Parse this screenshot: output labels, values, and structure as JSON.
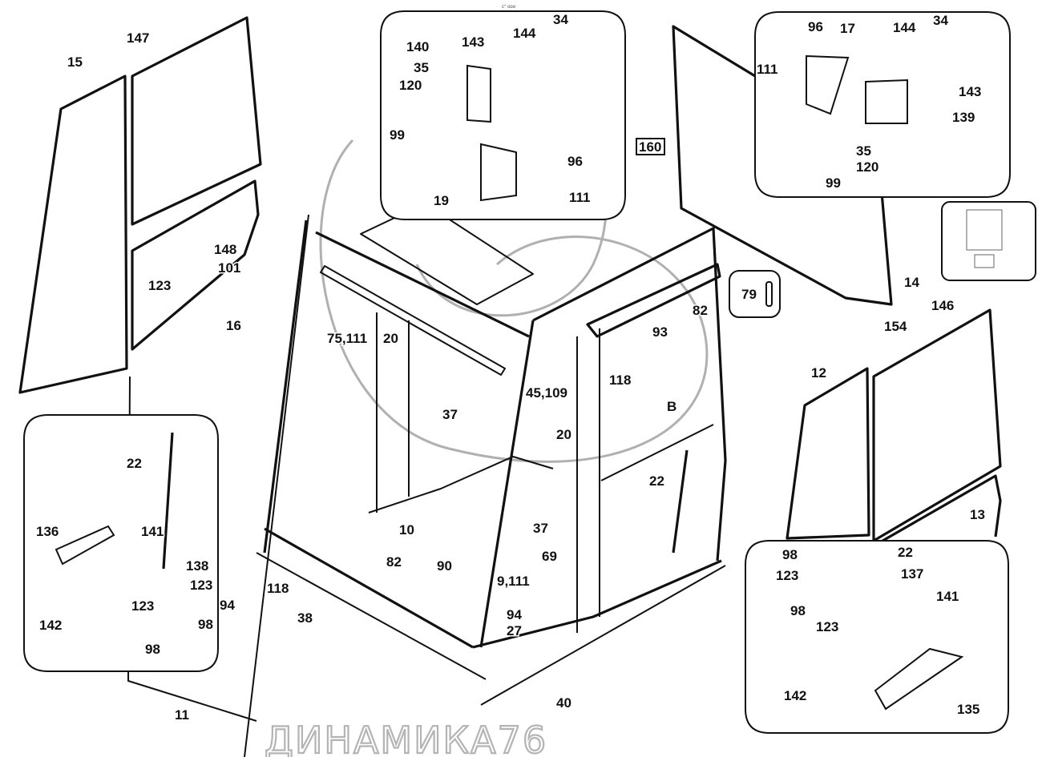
{
  "diagram": {
    "title": "Cab assembly exploded view",
    "watermark": "ДИНАМИКА76",
    "top_mark": "c° ooo",
    "callouts": {
      "top_latch": [
        "34",
        "144",
        "143",
        "140",
        "35",
        "120",
        "99",
        "96",
        "19",
        "111"
      ],
      "right_latch": [
        "96",
        "17",
        "111",
        "144",
        "34",
        "143",
        "139",
        "35",
        "120",
        "99"
      ],
      "left_handle": [
        "22",
        "136",
        "141",
        "138",
        "123",
        "123",
        "98",
        "142",
        "98"
      ],
      "right_handle": [
        "98",
        "22",
        "123",
        "137",
        "98",
        "123",
        "141",
        "142",
        "135"
      ],
      "pin_box": [
        "79"
      ]
    },
    "labels": {
      "p15": "15",
      "p147": "147",
      "p148": "148",
      "p123a": "123",
      "p101": "101",
      "p16": "16",
      "t34": "34",
      "t144": "144",
      "t143": "143",
      "t140": "140",
      "t35": "35",
      "t120": "120",
      "t99": "99",
      "t96": "96",
      "t19": "19",
      "t111": "111",
      "r96": "96",
      "r17": "17",
      "r111": "111",
      "r144": "144",
      "r34": "34",
      "r143": "143",
      "r139": "139",
      "r35": "35",
      "r120": "120",
      "r99": "99",
      "p160": "160",
      "p14": "14",
      "p154": "154",
      "p146": "146",
      "p12": "12",
      "p13": "13",
      "p79": "79",
      "p75_111": "75,111",
      "p20a": "20",
      "p37a": "37",
      "p45_109": "45,109",
      "p20b": "20",
      "p82a": "82",
      "p93": "93",
      "p118a": "118",
      "pB": "B",
      "p22a": "22",
      "p37b": "37",
      "p10": "10",
      "p69": "69",
      "p82b": "82",
      "p90": "90",
      "p9_111": "9,111",
      "p94a": "94",
      "p27": "27",
      "p118b": "118",
      "p94b": "94",
      "p38": "38",
      "p40": "40",
      "p11": "11",
      "l22": "22",
      "l136": "136",
      "l141": "141",
      "l138": "138",
      "l123a": "123",
      "l123b": "123",
      "l98a": "98",
      "l142": "142",
      "l98b": "98",
      "h98a": "98",
      "h22": "22",
      "h123a": "123",
      "h137": "137",
      "h98b": "98",
      "h123b": "123",
      "h141": "141",
      "h142": "142",
      "h135": "135"
    },
    "icons": {
      "emergency_exit_sign": "emergency-exit-running-man-icon",
      "manual_book": "book-icon"
    },
    "colors": {
      "line": "#111111",
      "watermark": "#9a9a9a",
      "background": "#ffffff"
    }
  }
}
